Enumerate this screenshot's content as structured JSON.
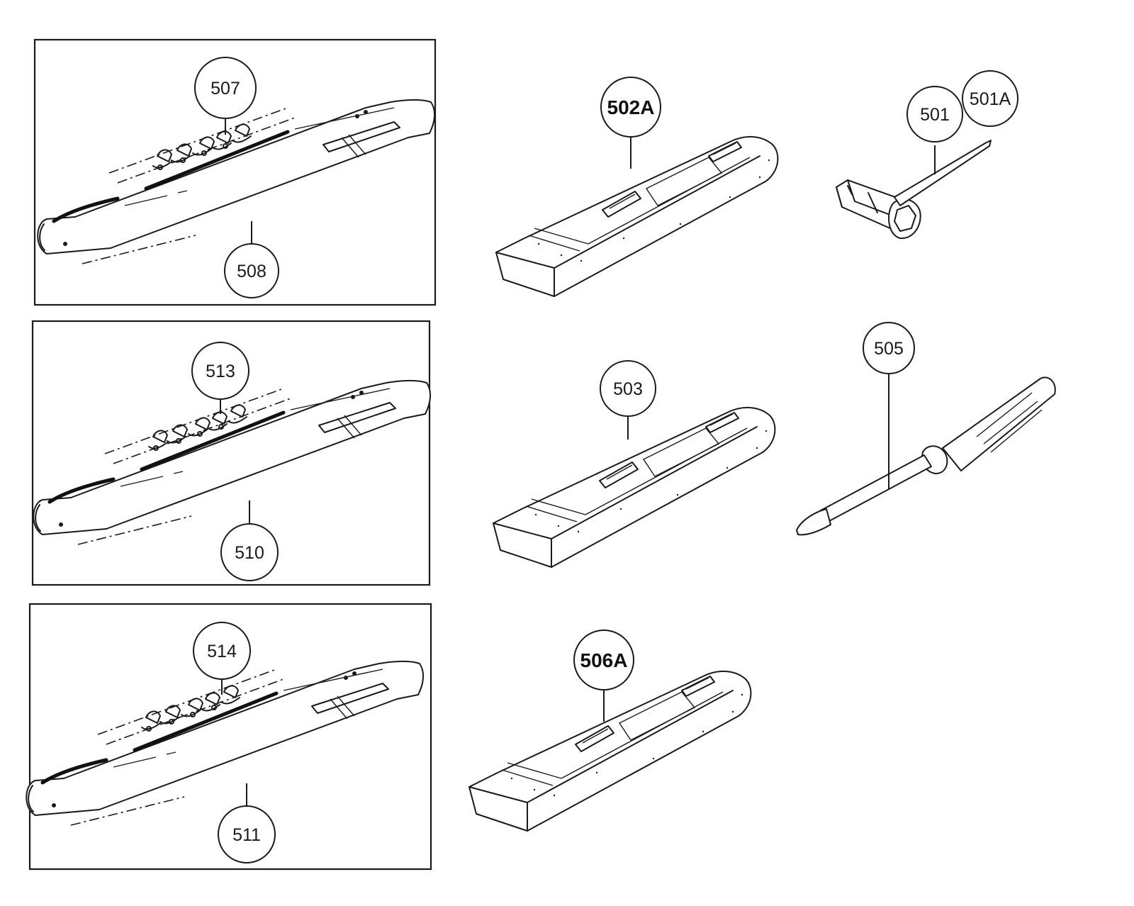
{
  "callouts": {
    "p507": "507",
    "p508": "508",
    "p513": "513",
    "p510": "510",
    "p514": "514",
    "p511": "511",
    "p502A": "502A",
    "p503": "503",
    "p506A": "506A",
    "p501": "501",
    "p501A": "501A",
    "p505": "505"
  }
}
